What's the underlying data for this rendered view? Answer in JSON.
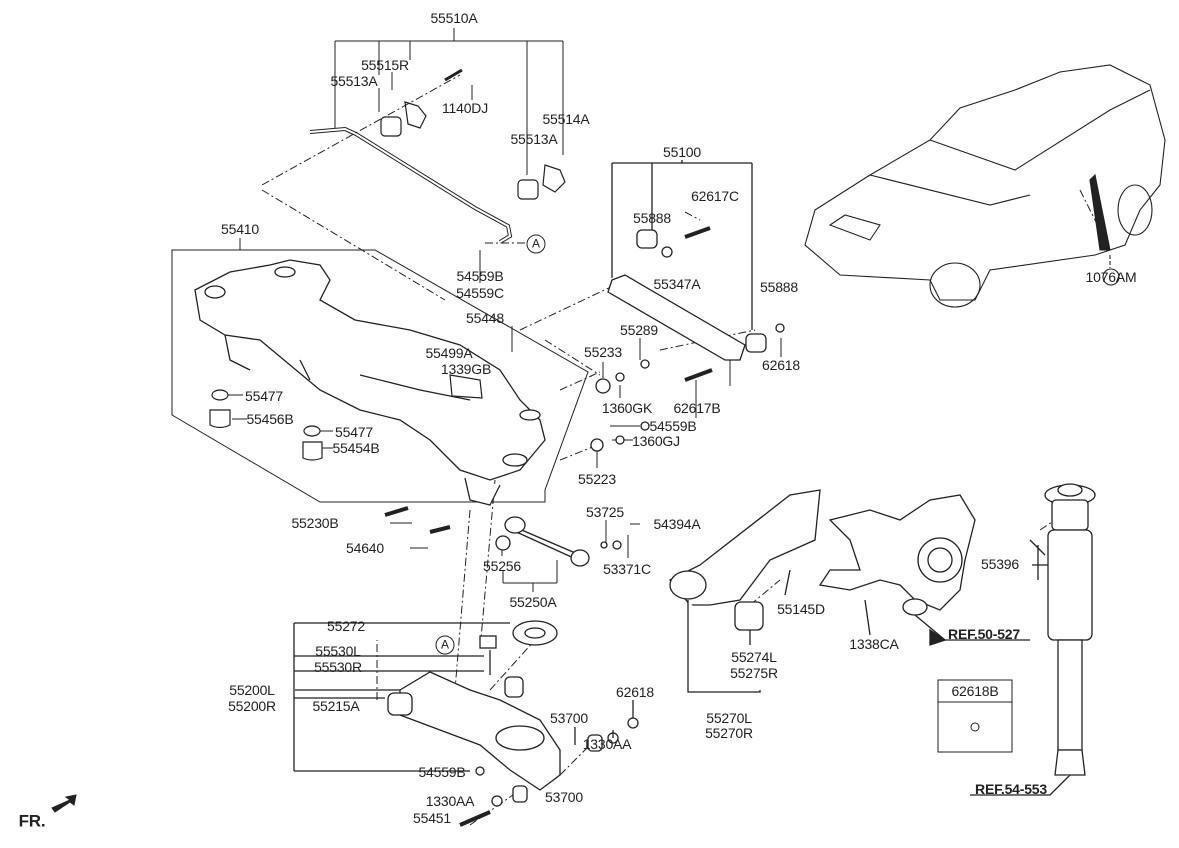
{
  "labels": {
    "l55510A": "55510A",
    "l55515R": "55515R",
    "l55513A_1": "55513A",
    "l1140DJ": "1140DJ",
    "l55514A": "55514A",
    "l55513A_2": "55513A",
    "l55100": "55100",
    "l62617C": "62617C",
    "l55888_1": "55888",
    "l55347A": "55347A",
    "l55888_2": "55888",
    "l55410": "55410",
    "l54559B_1": "54559B",
    "l54559C": "54559C",
    "l1076AM": "1076AM",
    "l55448": "55448",
    "l55289": "55289",
    "l55233": "55233",
    "l62618_1": "62618",
    "l55499A": "55499A",
    "l1339GB": "1339GB",
    "l55477_1": "55477",
    "l1360GK": "1360GK",
    "l62617B": "62617B",
    "l55456B": "55456B",
    "l55477_2": "55477",
    "l54559B_2": "54559B",
    "l55454B": "55454B",
    "l1360GJ": "1360GJ",
    "l55223": "55223",
    "l53725": "53725",
    "l54394A": "54394A",
    "l55230B": "55230B",
    "l54640": "54640",
    "l55256": "55256",
    "l53371C": "53371C",
    "l55250A": "55250A",
    "l55396": "55396",
    "l55145D": "55145D",
    "l55272": "55272",
    "l1338CA": "1338CA",
    "l55530L": "55530L",
    "l55530R": "55530R",
    "l55274L": "55274L",
    "l55275R": "55275R",
    "l55200L": "55200L",
    "l55200R": "55200R",
    "l55215A": "55215A",
    "l62618B": "62618B",
    "l62618_2": "62618",
    "l53700_1": "53700",
    "l55270L": "55270L",
    "l55270R": "55270R",
    "l1330AA_1": "1330AA",
    "l54559B_3": "54559B",
    "l1330AA_2": "1330AA",
    "l53700_2": "53700",
    "l55451": "55451"
  },
  "refs": {
    "ref_50_527": "REF.50-527",
    "ref_54_553": "REF.54-553"
  },
  "markers": {
    "a1": "A",
    "a2": "A"
  },
  "direction": {
    "front": "FR."
  },
  "colors": {
    "line": "#222222",
    "background": "#ffffff"
  }
}
